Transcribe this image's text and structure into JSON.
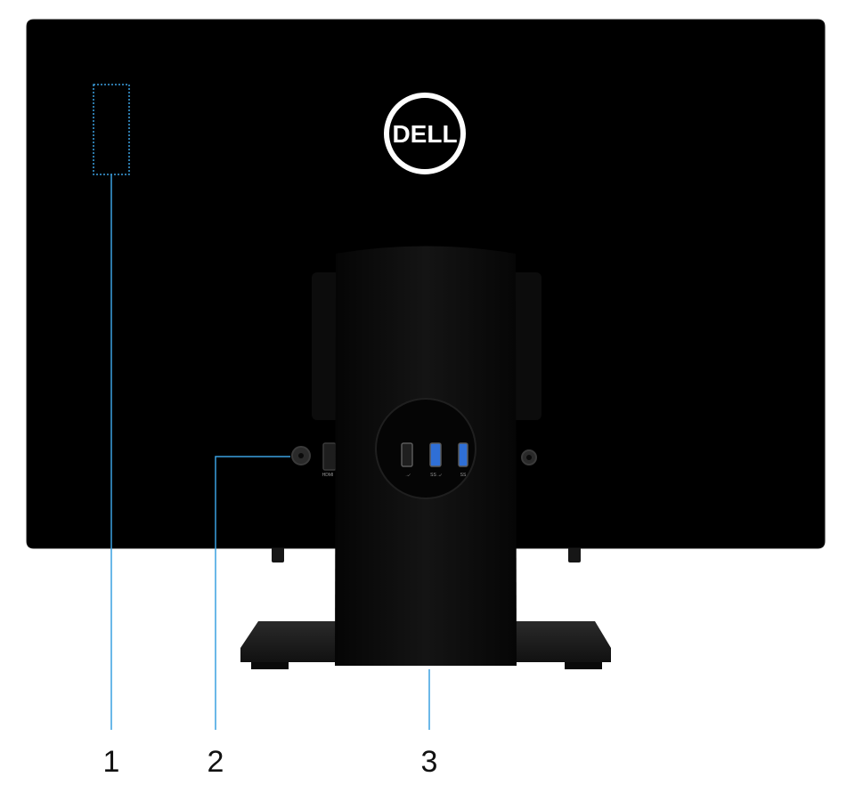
{
  "figure": {
    "brand_logo": "DELL",
    "callouts": [
      {
        "number": "1"
      },
      {
        "number": "2"
      },
      {
        "number": "3"
      }
    ],
    "port_labels": {
      "hdmi": "HDMI",
      "usb_a": "→̷",
      "usb_b": "SS→̷",
      "usb_c": "SS"
    }
  },
  "colors": {
    "panel": "#000000",
    "panel_edge": "#1a1a1a",
    "leader_line": "#3aa0e0",
    "stand": "#0b0b0b",
    "base": "#1c1c1c",
    "logo_ring": "#ffffff",
    "usb3_port": "#2f6fd6",
    "callout_text": "#111111"
  }
}
